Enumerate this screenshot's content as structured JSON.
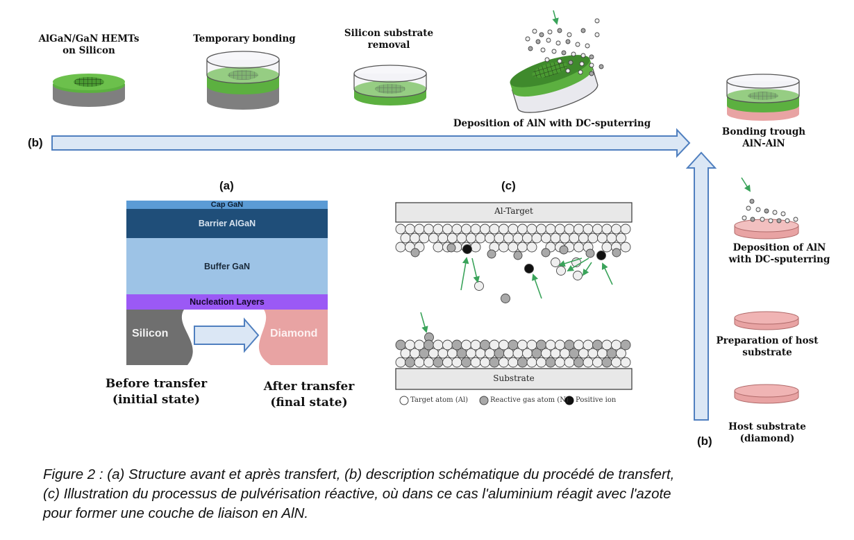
{
  "process_b": {
    "tag_left": "(b)",
    "tag_right": "(b)",
    "steps_top": [
      "AlGaN/GaN HEMTs on Silicon",
      "Temporary bonding",
      "Silicon substrate removal",
      "Deposition of AlN with DC-sputerring"
    ],
    "bonding": "Bonding trough AlN-AlN",
    "steps_right": [
      "Deposition of AlN with DC-sputerring",
      "Preparation of host substrate",
      "Host substrate (diamond)"
    ]
  },
  "panel_a": {
    "tag": "(a)",
    "layers": [
      "Cap GaN",
      "Barrier AlGaN",
      "Buffer GaN",
      "Nucleation Layers"
    ],
    "substrate_left": "Silicon",
    "substrate_right": "Diamond",
    "before_line1": "Before transfer",
    "before_line2": "(initial state)",
    "after_line1": "After transfer",
    "after_line2": "(final state)"
  },
  "panel_c": {
    "tag": "(c)",
    "target": "Al-Target",
    "substrate": "Substrate",
    "legend": [
      "Target atom (Al)",
      "Reactive gas atom (N)",
      "Positive ion"
    ]
  },
  "caption": {
    "line1": "Figure 2 : (a) Structure avant et après transfert, (b) description schématique du procédé de transfert,",
    "line2": "(c) Illustration du processus de pulvérisation réactive, où dans ce cas l'aluminium réagit avec l'azote",
    "line3": "pour former une couche de liaison en AlN."
  },
  "colors": {
    "arrow_fill": "#dbe7f5",
    "arrow_stroke": "#4f7fbf",
    "gan_green": "#5cb040",
    "silicon_gray": "#7f7f7f",
    "diamond_pink": "#e8a3a3",
    "cap_gan": "#5b9bd5",
    "barrier": "#1f4e79",
    "buffer": "#9dc3e6",
    "nucleation": "#9b59f5"
  }
}
